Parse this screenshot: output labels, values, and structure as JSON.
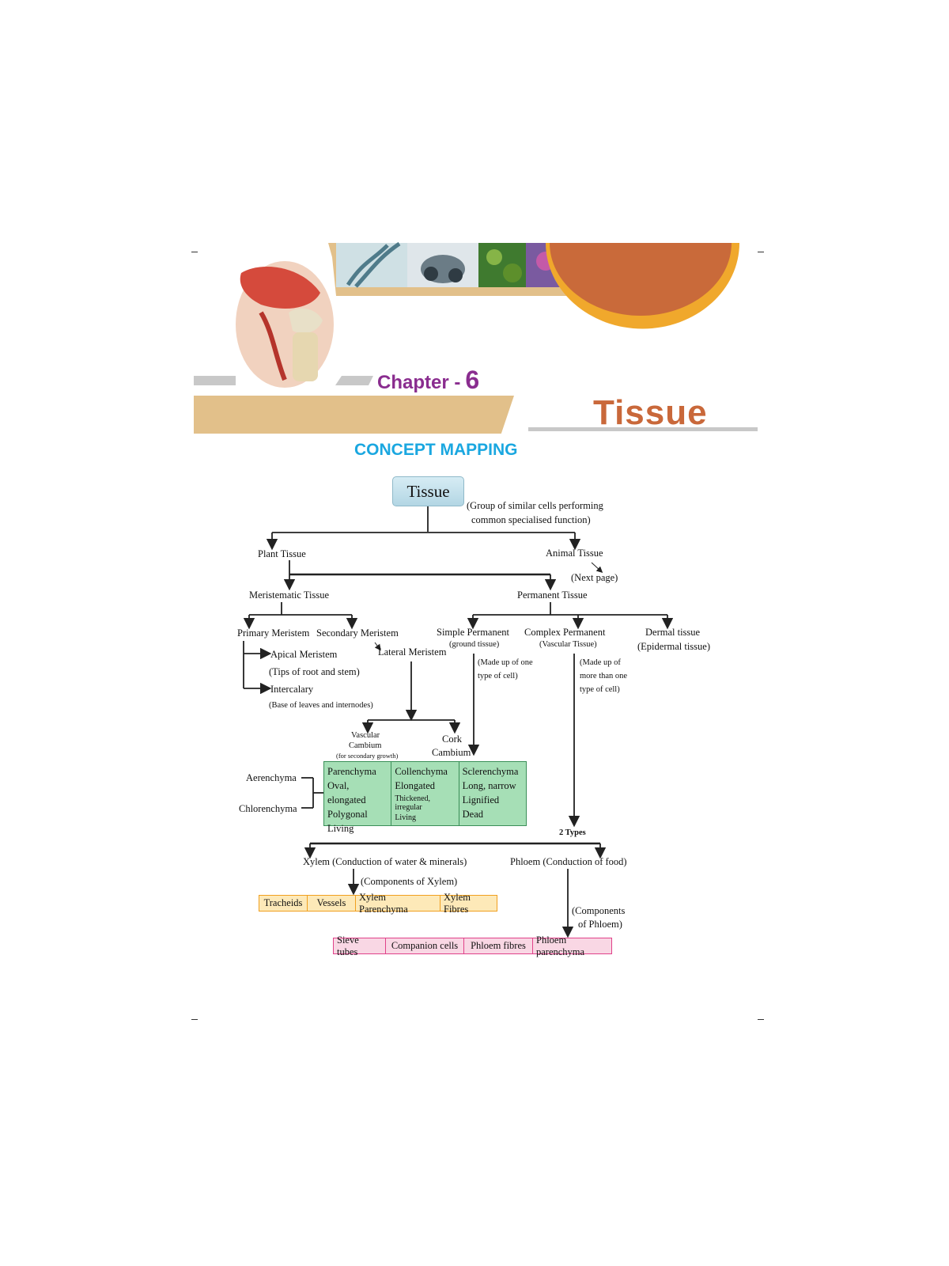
{
  "header": {
    "chapter_label": "Chapter -",
    "chapter_number": "6",
    "title": "Tissue",
    "concept_mapping": "CONCEPT MAPPING"
  },
  "diagram": {
    "root": "Tissue",
    "root_note_1": "(Group of similar cells performing",
    "root_note_2": "common specialised function)",
    "plant_tissue": "Plant Tissue",
    "animal_tissue": "Animal Tissue",
    "next_page": "(Next page)",
    "meristematic": "Meristematic Tissue",
    "permanent": "Permanent Tissue",
    "primary_meristem": "Primary Meristem",
    "secondary_meristem": "Secondary Meristem",
    "lateral_meristem": "Lateral Meristem",
    "apical_meristem": "Apical Meristem",
    "apical_note": "(Tips of root and stem)",
    "intercalary": "Intercalary",
    "intercalary_note": "(Base of leaves and internodes)",
    "vascular_cambium_1": "Vascular",
    "vascular_cambium_2": "Cambium",
    "vascular_note": "(for secondary growth)",
    "cork_1": "Cork",
    "cork_2": "Cambium",
    "simple_permanent": "Simple Permanent",
    "simple_note": "(ground tissue)",
    "simple_desc_1": "(Made up of one",
    "simple_desc_2": "type of cell)",
    "complex_permanent": "Complex Permanent",
    "complex_note": "(Vascular Tissue)",
    "complex_desc_1": "(Made up of",
    "complex_desc_2": "more than one",
    "complex_desc_3": "type of cell)",
    "dermal_1": "Dermal tissue",
    "dermal_2": "(Epidermal tissue)",
    "aerenchyma": "Aerenchyma",
    "chlorenchyma": "Chlorenchyma",
    "simple_table": [
      [
        "Parenchyma",
        "Oval, elongated",
        "Polygonal",
        "Living"
      ],
      [
        "Collenchyma",
        "Elongated",
        "Thickened, irregular",
        "Living"
      ],
      [
        "Sclerenchyma",
        "Long, narrow",
        "Lignified",
        "Dead"
      ]
    ],
    "two_types": "2 Types",
    "xylem": "Xylem (Conduction of water & minerals)",
    "phloem": "Phloem (Conduction of food)",
    "xylem_components": "(Components of Xylem)",
    "phloem_components_1": "(Components",
    "phloem_components_2": "of Phloem)",
    "xylem_parts": [
      "Tracheids",
      "Vessels",
      "Xylem Parenchyma",
      "Xylem Fibres"
    ],
    "phloem_parts": [
      "Sieve tubes",
      "Companion cells",
      "Phloem fibres",
      "Phloem parenchyma"
    ]
  },
  "colors": {
    "chapter": "#8a2d8f",
    "title": "#c9683a",
    "concept": "#1aa7e0",
    "tan": "#e2c08a",
    "orange_disc": "#c96a3a",
    "table_green": "#a6dfb6",
    "xylem_fill": "#fde9b8",
    "phloem_fill": "#f9d7e4"
  }
}
